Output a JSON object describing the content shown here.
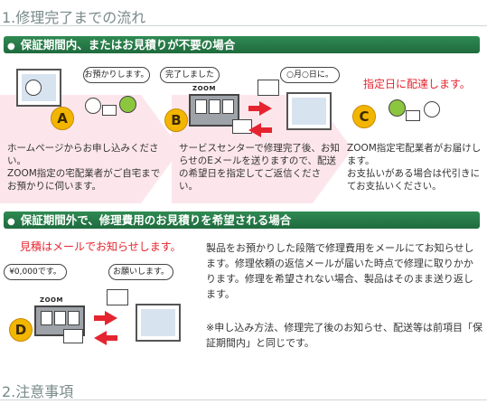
{
  "section1": {
    "heading": "1.修理完了までの流れ",
    "banner": "保証期間内、またはお見積りが不要の場合",
    "banner_marker": "●",
    "steps": [
      {
        "badge": "A",
        "bubble": "お預かりします。",
        "text": "ホームページからお申し込みください。\nZOOM指定の宅配業者がご自宅までお預かりに伺います。"
      },
      {
        "badge": "B",
        "bubble": "完了しました",
        "brand": "ZOOM",
        "text": "サービスセンターで修理完了後、お知らせのEメールを送りますので、配送の希望日を指定してご返信ください。"
      },
      {
        "badge": "C",
        "bubble": "○月○日に。",
        "callout": "指定日に配達します。",
        "text": "ZOOM指定宅配業者がお届けします。\nお支払いがある場合は代引きにてお支払いください。"
      }
    ]
  },
  "section2": {
    "banner": "保証期間外で、修理費用のお見積りを希望される場合",
    "banner_marker": "●",
    "callout": "見積はメールでお知らせします。",
    "badge": "D",
    "bubble_left": "¥0,000です。",
    "bubble_right": "お願いします。",
    "brand": "ZOOM",
    "text": "製品をお預かりした段階で修理費用をメールにてお知らせします。修理依頼の返信メールが届いた時点で修理に取りかかります。修理を希望されない場合、製品はそのまま送り返します。",
    "note": "※申し込み方法、修理完了後のお知らせ、配送等は前項目「保証期間内」と同じです。"
  },
  "section3": {
    "heading": "2.注意事項"
  },
  "colors": {
    "banner_green": "#1f6b3e",
    "accent_red": "#e5242f",
    "badge_yellow": "#f3b600",
    "chevron_pink": "#fce6ec"
  }
}
